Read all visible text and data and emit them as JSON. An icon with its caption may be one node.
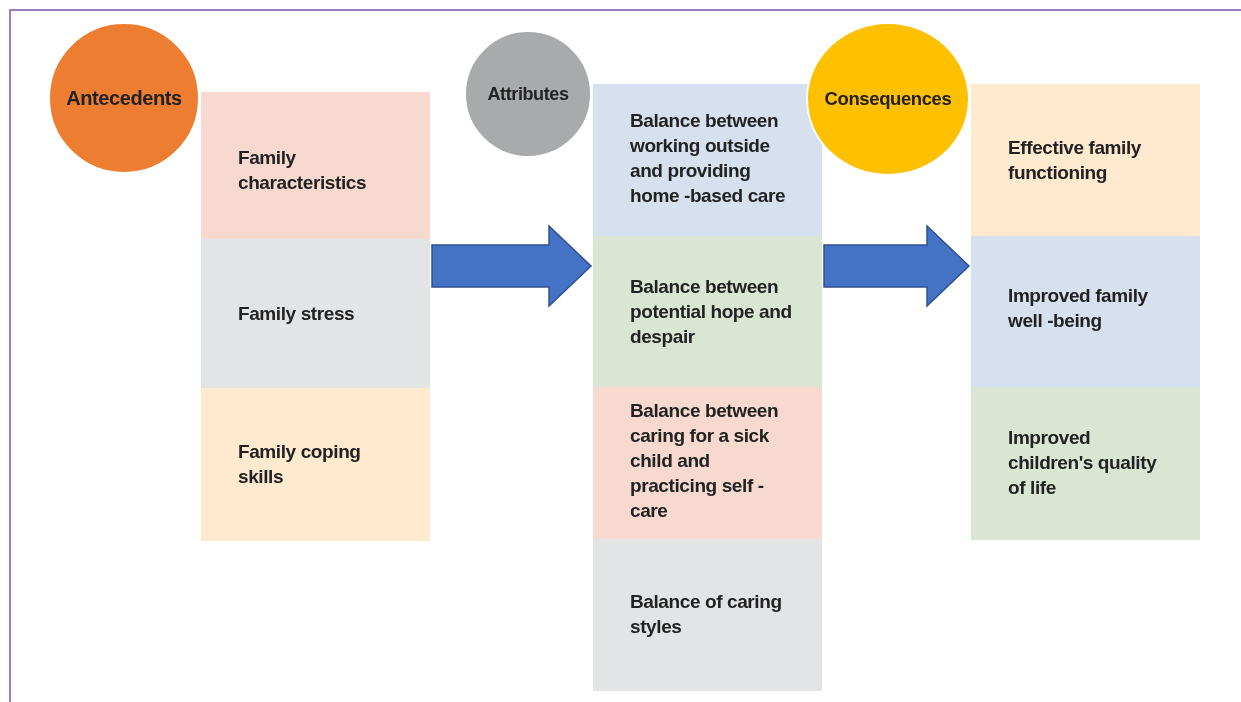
{
  "diagram": {
    "nodes": [
      {
        "text": [
          "Antecedents"
        ]
      },
      {
        "text": [
          "Family characteristics"
        ]
      },
      {
        "text": [
          "Family stress"
        ]
      },
      {
        "text": [
          "Family coping skills"
        ]
      },
      {
        "text": [
          "Attributes"
        ]
      },
      {
        "text": [
          "Balance between working outside and providing home -based care"
        ]
      },
      {
        "text": [
          "Balance between potential hope and despair"
        ]
      },
      {
        "text": [
          "Balance between caring for a sick child and practicing self - care"
        ]
      },
      {
        "text": [
          "Balance of caring styles"
        ]
      },
      {
        "text": [
          "Consequences"
        ]
      },
      {
        "text": [
          "Effective family functioning"
        ]
      },
      {
        "text": [
          "Improved family well -being"
        ]
      },
      {
        "text": [
          "Improved children's quality of life"
        ]
      }
    ],
    "edges": [
      {
        "from": 2,
        "to": 6,
        "arrow": "to"
      },
      {
        "from": 6,
        "to": 11,
        "arrow": "to"
      }
    ]
  }
}
